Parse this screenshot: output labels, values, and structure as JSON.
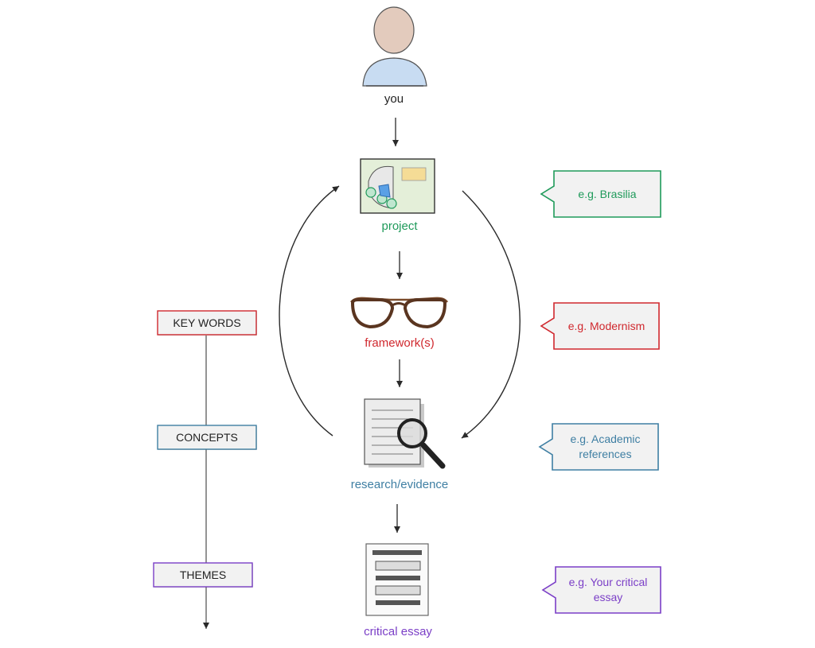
{
  "nodes": {
    "you": "you",
    "project": "project",
    "framework": "framework(s)",
    "research": "research/evidence",
    "essay": "critical essay"
  },
  "left_boxes": {
    "key_words": "KEY WORDS",
    "concepts": "CONCEPTS",
    "themes": "THEMES"
  },
  "callouts": {
    "project": "e.g. Brasilia",
    "framework": "e.g. Modernism",
    "research": "e.g. Academic references",
    "essay": "e.g. Your critical essay"
  },
  "colors": {
    "project": "#1f9a5a",
    "framework": "#d0282e",
    "research": "#3f7fa3",
    "essay": "#7b3fc7",
    "arrow": "#2a2a2a",
    "avatar_head": "#e3cbbd",
    "avatar_body": "#c8dcf2"
  },
  "icons": {
    "you": "person-avatar-icon",
    "project": "site-plan-icon",
    "framework": "glasses-icon",
    "research": "document-magnifier-icon",
    "essay": "essay-document-icon"
  }
}
